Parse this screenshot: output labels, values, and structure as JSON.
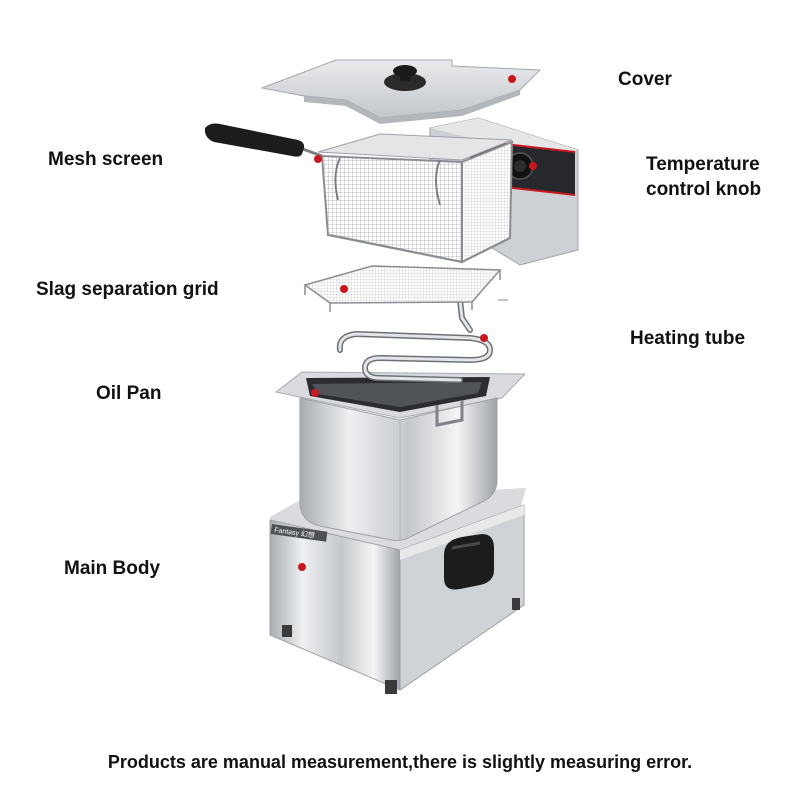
{
  "labels": {
    "cover": "Cover",
    "mesh_screen": "Mesh screen",
    "temperature_knob": "Temperature\ncontrol knob",
    "slag_grid": "Slag separation grid",
    "heating_tube": "Heating tube",
    "oil_pan": "Oil Pan",
    "main_body": "Main Body"
  },
  "brand_plate": "Fantasy 幻想",
  "footer": "Products are manual measurement,there is slightly measuring error.",
  "colors": {
    "leader": "#c8181f",
    "steel": "#d6d8db",
    "steel_dark": "#9a9ea4",
    "handle": "#1c1c1c"
  }
}
